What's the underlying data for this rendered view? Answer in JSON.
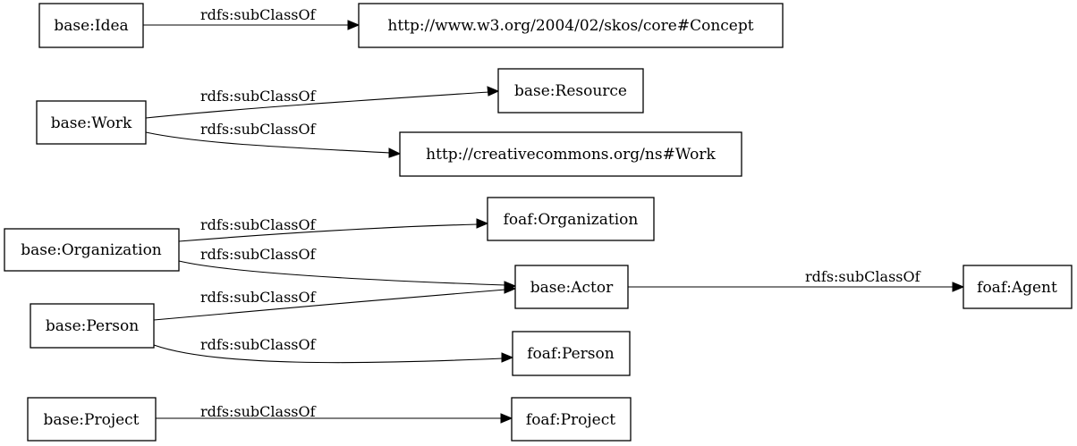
{
  "nodes": {
    "idea": "base:Idea",
    "skos_concept": "http://www.w3.org/2004/02/skos/core#Concept",
    "work": "base:Work",
    "resource": "base:Resource",
    "cc_work": "http://creativecommons.org/ns#Work",
    "organization": "base:Organization",
    "foaf_organization": "foaf:Organization",
    "actor": "base:Actor",
    "foaf_agent": "foaf:Agent",
    "person": "base:Person",
    "foaf_person": "foaf:Person",
    "project": "base:Project",
    "foaf_project": "foaf:Project"
  },
  "edges": [
    {
      "from": "idea",
      "to": "skos_concept",
      "label": "rdfs:subClassOf"
    },
    {
      "from": "work",
      "to": "resource",
      "label": "rdfs:subClassOf"
    },
    {
      "from": "work",
      "to": "cc_work",
      "label": "rdfs:subClassOf"
    },
    {
      "from": "organization",
      "to": "foaf_organization",
      "label": "rdfs:subClassOf"
    },
    {
      "from": "organization",
      "to": "actor",
      "label": "rdfs:subClassOf"
    },
    {
      "from": "actor",
      "to": "foaf_agent",
      "label": "rdfs:subClassOf"
    },
    {
      "from": "person",
      "to": "actor",
      "label": "rdfs:subClassOf"
    },
    {
      "from": "person",
      "to": "foaf_person",
      "label": "rdfs:subClassOf"
    },
    {
      "from": "project",
      "to": "foaf_project",
      "label": "rdfs:subClassOf"
    }
  ]
}
